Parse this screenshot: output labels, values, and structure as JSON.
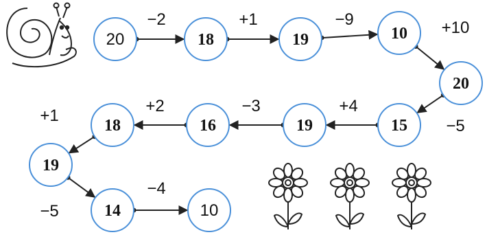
{
  "colors": {
    "circle_stroke": "#4a90d9",
    "line": "#222222",
    "text": "#111111"
  },
  "icons": [
    "snail-icon",
    "flower-icon",
    "flower-icon",
    "flower-icon"
  ],
  "nodes": [
    {
      "value": "20",
      "bold": false
    },
    {
      "value": "18",
      "bold": true
    },
    {
      "value": "19",
      "bold": true
    },
    {
      "value": "10",
      "bold": true
    },
    {
      "value": "20",
      "bold": true
    },
    {
      "value": "15",
      "bold": true
    },
    {
      "value": "19",
      "bold": true
    },
    {
      "value": "16",
      "bold": true
    },
    {
      "value": "18",
      "bold": true
    },
    {
      "value": "19",
      "bold": true
    },
    {
      "value": "14",
      "bold": true
    },
    {
      "value": "10",
      "bold": false
    }
  ],
  "steps": [
    "−2",
    "+1",
    "−9",
    "+10",
    "−5",
    "+4",
    "−3",
    "+2",
    "+1",
    "−5",
    "−4"
  ]
}
